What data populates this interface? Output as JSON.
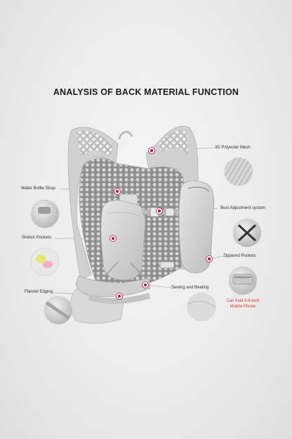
{
  "title": "ANALYSIS OF BACK MATERIAL FUNCTION",
  "labels": {
    "mesh": "3D Polyester Mesh",
    "water_bottle_strap": "Water Bottle Strap",
    "bust_adjustment": "Bust Adjustment system",
    "stretch_pockets": "Stretch Pockets",
    "zippered_pockets": "Zippered Pockets",
    "sewing_beating": "Sewing and Beating",
    "flannel_edging": "Flannel Edging",
    "phone_note_line1": "Can hold 6.6-inch",
    "phone_note_line2": "Mobile Phone"
  },
  "colors": {
    "accent_pink": "#c2185b",
    "note_red": "#e23b3b",
    "vest_gray": "#cfcfcf",
    "mesh_gray": "#9a9a9a"
  },
  "icons": [
    "hotspot-marker-icon",
    "detail-thumbnail"
  ]
}
